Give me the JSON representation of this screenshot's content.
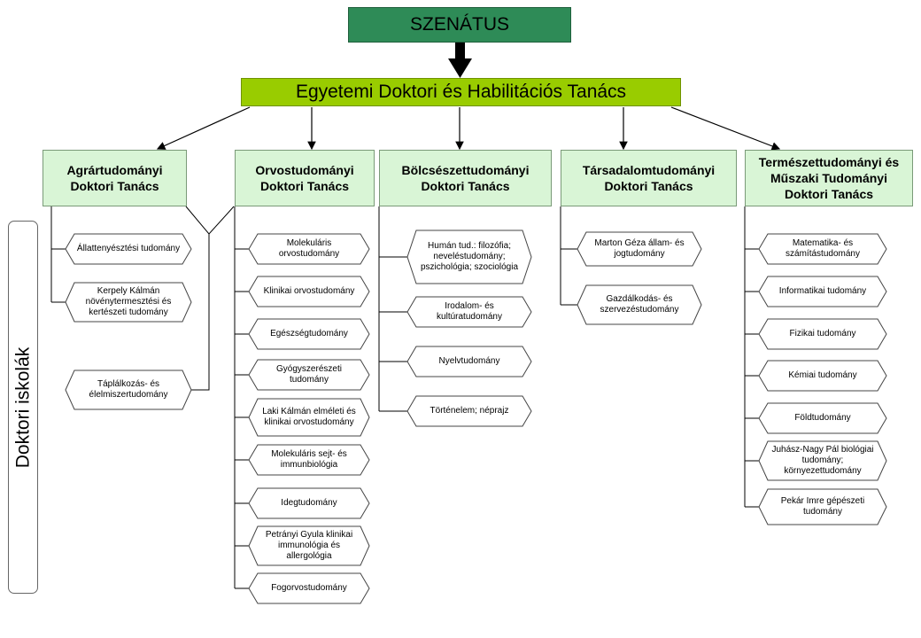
{
  "senate": "SZENÁTUS",
  "council": "Egyetemi Doktori és Habilitációs Tanács",
  "side_label": "Doktori iskolák",
  "councils": [
    {
      "name": "Agrártudományi Doktori Tanács",
      "schools": [
        "Állattenyésztési tudomány",
        "Kerpely Kálmán növénytermesztési és kertészeti tudomány",
        "Táplálkozás- és élelmiszertudomány"
      ]
    },
    {
      "name": "Orvostudományi Doktori Tanács",
      "schools": [
        "Molekuláris orvostudomány",
        "Klinikai orvostudomány",
        "Egészségtudomány",
        "Gyógyszerészeti tudomány",
        "Laki Kálmán elméleti és klinikai orvostudomány",
        "Molekuláris sejt- és immunbiológia",
        "Idegtudomány",
        "Petrányi Gyula klinikai immunológia és allergológia",
        "Fogorvostudomány"
      ]
    },
    {
      "name": "Bölcsészettudományi Doktori Tanács",
      "schools": [
        "Humán tud.: filozófia; neveléstudomány; pszichológia; szociológia",
        "Irodalom- és kultúratudomány",
        "Nyelvtudomány",
        "Történelem; néprajz"
      ]
    },
    {
      "name": "Társadalomtudományi Doktori Tanács",
      "schools": [
        "Marton Géza állam- és jogtudomány",
        "Gazdálkodás- és szervezéstudomány"
      ]
    },
    {
      "name": "Természettudományi és Műszaki Tudományi Doktori Tanács",
      "schools": [
        "Matematika- és számítástudomány",
        "Informatikai tudomány",
        "Fizikai tudomány",
        "Kémiai tudomány",
        "Földtudomány",
        "Juhász-Nagy Pál biológiai tudomány; környezettudomány",
        "Pekár Imre gépészeti tudomány"
      ]
    }
  ]
}
